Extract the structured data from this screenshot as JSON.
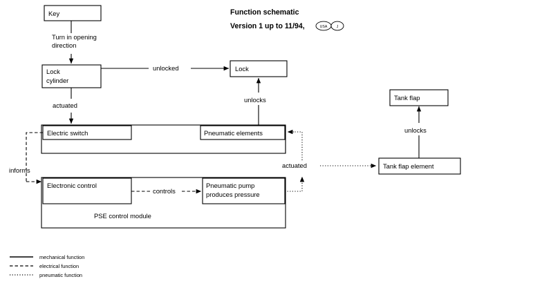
{
  "title": {
    "line1": "Function schematic",
    "line2": "Version 1 up to 11/94,",
    "badges": [
      "USA",
      "J"
    ]
  },
  "nodes": {
    "key": "Key",
    "lock_cylinder": "Lock\ncylinder",
    "lock_cylinder_l1": "Lock",
    "lock_cylinder_l2": "cylinder",
    "lock": "Lock",
    "electric_switch": "Electric switch",
    "pneumatic_elements": "Pneumatic elements",
    "electronic_control": "Electronic control",
    "pneumatic_pump_l1": "Pneumatic pump",
    "pneumatic_pump_l2": "produces pressure",
    "pse_module": "PSE control module",
    "tank_flap": "Tank flap",
    "tank_flap_element": "Tank flap element"
  },
  "edge_labels": {
    "turn_l1": "Turn in opening",
    "turn_l2": "direction",
    "actuated_left": "actuated",
    "unlocked": "unlocked",
    "unlocks_lock": "unlocks",
    "unlocks_tank": "unlocks",
    "informs": "informs",
    "controls": "controls",
    "actuated_right": "actuated"
  },
  "legend": {
    "items": [
      {
        "style": "solid",
        "label": "mechanical function"
      },
      {
        "style": "dashed",
        "label": "electrical  function"
      },
      {
        "style": "dotted",
        "label": "pneumatic function"
      }
    ]
  },
  "colors": {
    "stroke": "#000000",
    "background": "#ffffff"
  }
}
